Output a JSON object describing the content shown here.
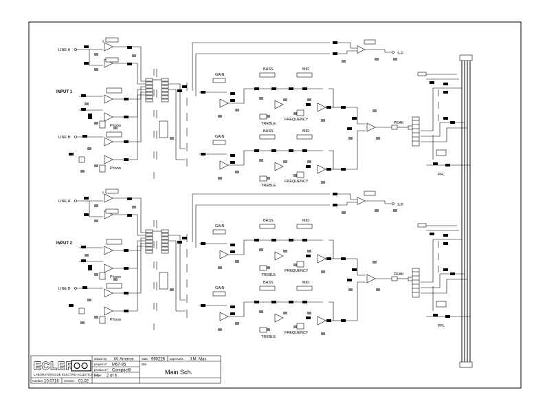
{
  "colors": {
    "ink": "#000000",
    "paper": "#ffffff"
  },
  "channels": [
    {
      "input_label": "INPUT 1",
      "line_a_label": "LINE A",
      "line_b_label": "LINE B",
      "gain_label": "GAIN",
      "bass_label": "BASS",
      "mid_label": "MID",
      "treble_label": "TREBLE",
      "frequency_label": "FREQUENCY",
      "peak_label": "PEAK",
      "pfl_label": "PFL",
      "sp_label": "S.P.",
      "phono_label": "Phono"
    },
    {
      "input_label": "INPUT 2",
      "line_a_label": "LINE A",
      "line_b_label": "LINE B",
      "gain_label": "GAIN",
      "bass_label": "BASS",
      "mid_label": "MID",
      "treble_label": "TREBLE",
      "frequency_label": "FREQUENCY",
      "peak_label": "PEAK",
      "pfl_label": "PFL",
      "sp_label": "S.P.",
      "phono_label": "Phono"
    }
  ],
  "title_block": {
    "logo_text": "ECLER",
    "company": "LABORATORIO DE ELECTRO-ACUSTICA S.A.",
    "drawn_by_label": "drawn by:",
    "drawn_by": "M. Amoros",
    "date_label": "date:",
    "date": "960226",
    "approved_label": "approved:",
    "approved": "J.M. Mas",
    "project_label": "project nº",
    "project": "M67-85",
    "product_label": "product nº",
    "product": "Compact6",
    "title_label": "title:",
    "title": "Main Sch.",
    "number_label": "number:",
    "number": "10.0716",
    "version_label": "version:",
    "version": "01.02",
    "page_label": "page:",
    "page": "2 of 6"
  }
}
